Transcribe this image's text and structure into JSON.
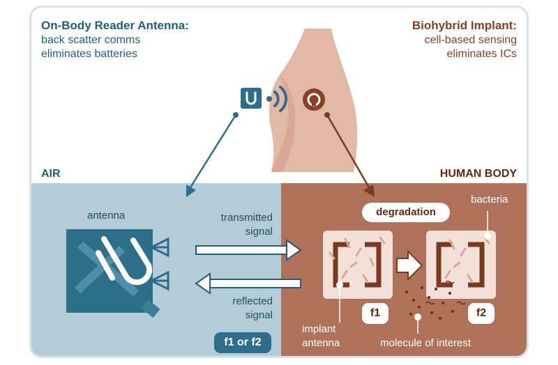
{
  "header_left": {
    "title": "On-Body Reader Antenna:",
    "line1": "back scatter comms",
    "line2": "eliminates batteries"
  },
  "header_right": {
    "title": "Biohybrid Implant:",
    "line1": "cell-based sensing",
    "line2": "eliminates ICs"
  },
  "sections": {
    "air": "AIR",
    "body": "HUMAN BODY"
  },
  "labels": {
    "antenna": "antenna",
    "transmitted_line1": "transmitted",
    "transmitted_line2": "signal",
    "reflected_line1": "reflected",
    "reflected_line2": "signal",
    "freq_choice": "f1 or f2",
    "degradation": "degradation",
    "bacteria": "bacteria",
    "f1": "f1",
    "f2": "f2",
    "implant_line1": "implant",
    "implant_line2": "antenna",
    "molecule": "molecule of interest"
  },
  "colors": {
    "air_panel": "#b3ccd8",
    "body_panel": "#b0715b",
    "reader_blue": "#2d6e8a",
    "implant_brown": "#7a3a20",
    "skin": "#e2b8a6"
  }
}
